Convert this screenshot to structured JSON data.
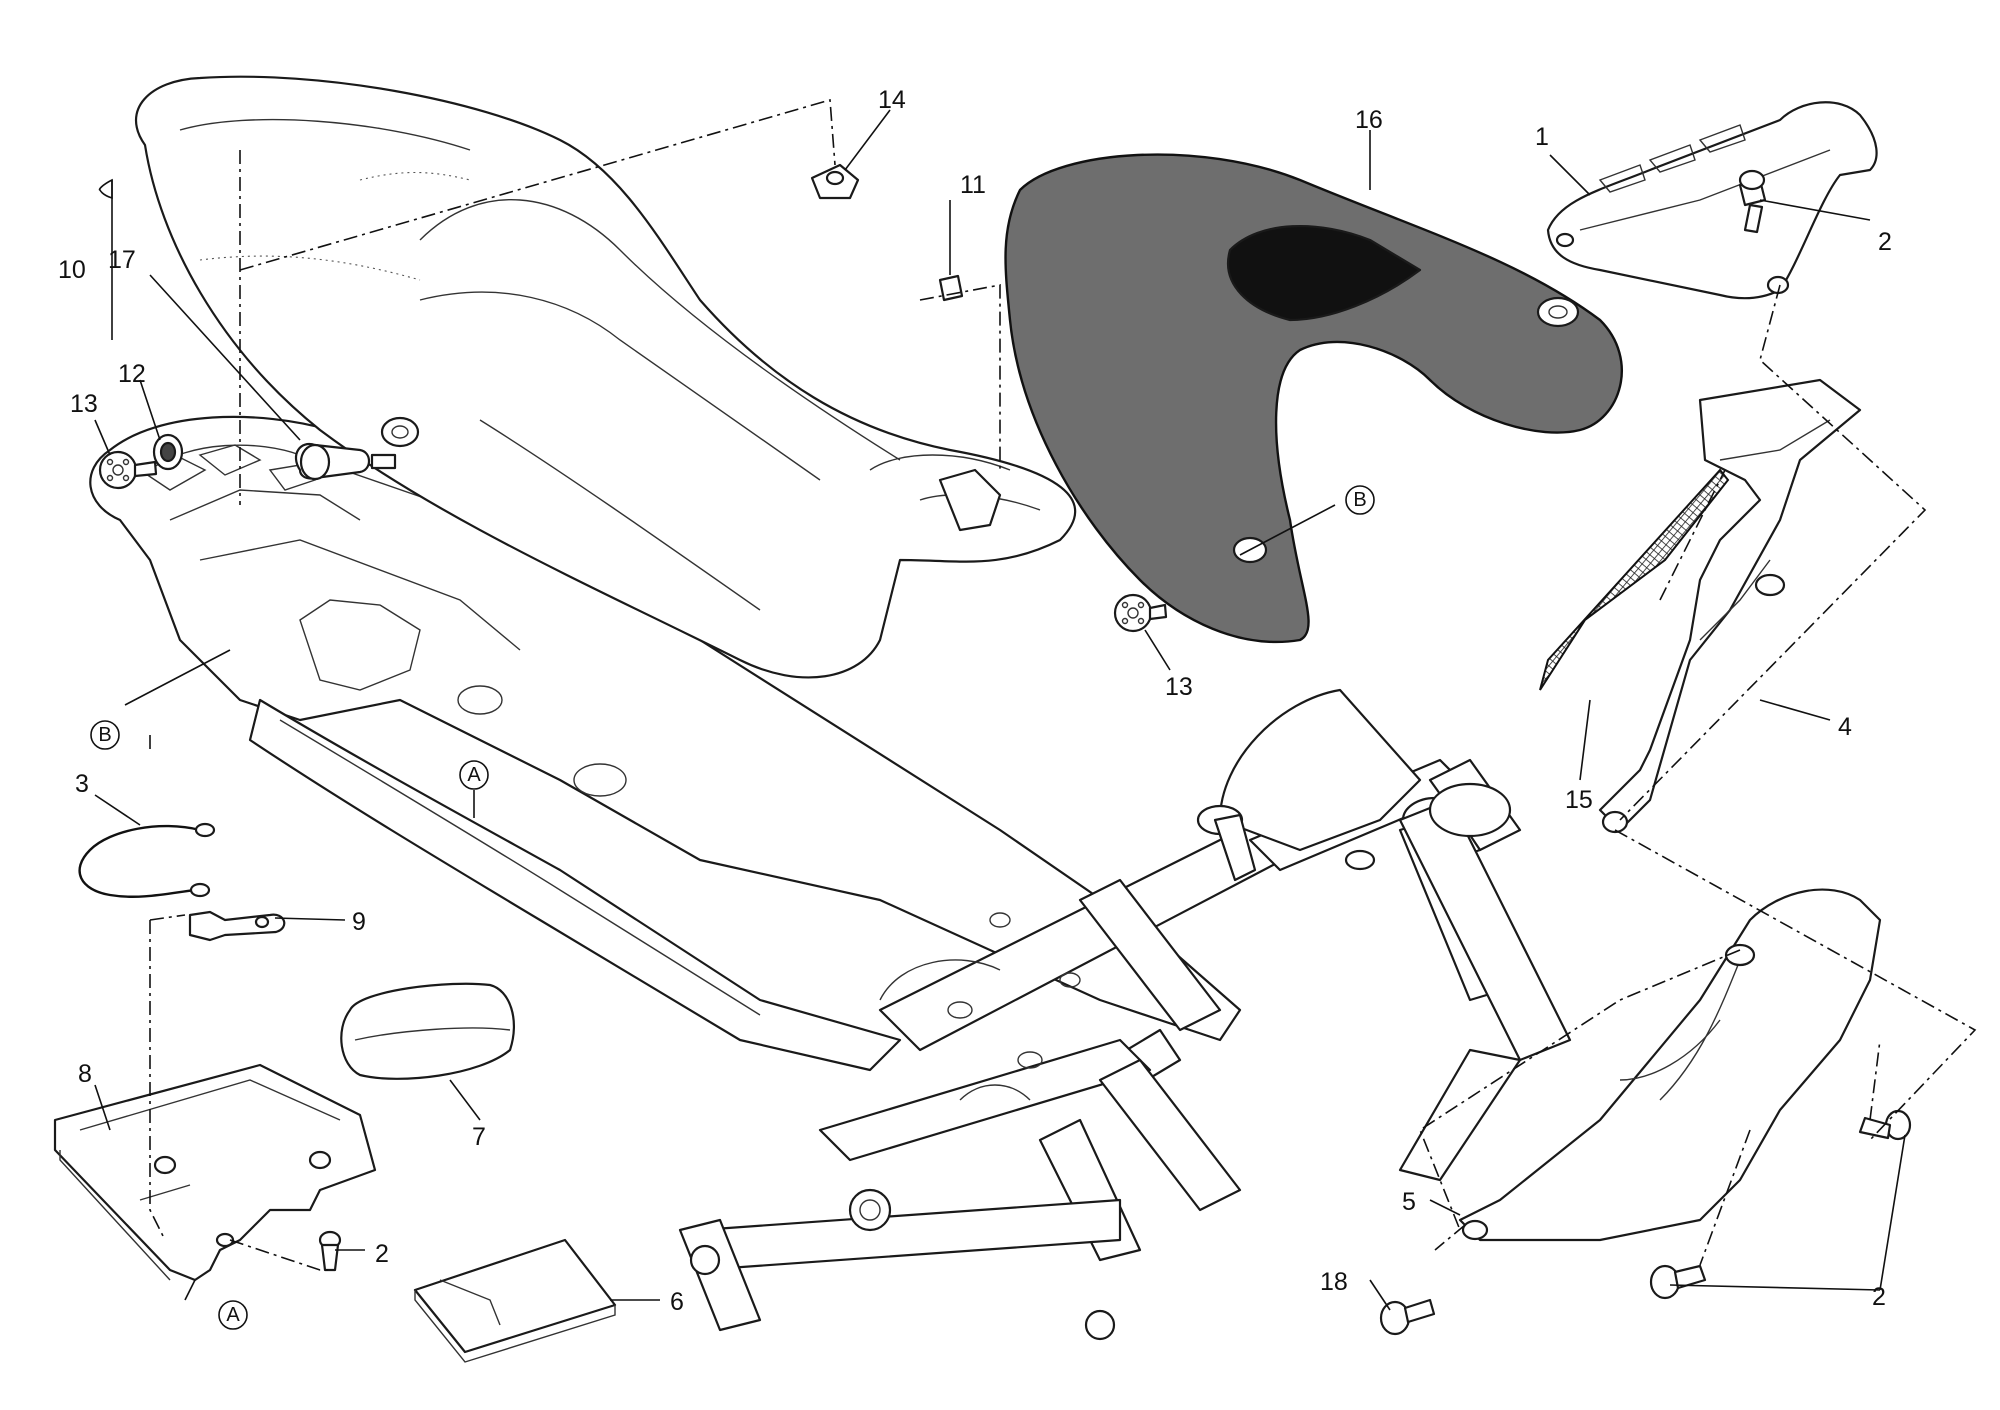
{
  "callouts": {
    "c1": "1",
    "c2a": "2",
    "c2b": "2",
    "c2c": "2",
    "c3": "3",
    "c4": "4",
    "c5": "5",
    "c6": "6",
    "c7": "7",
    "c8": "8",
    "c9": "9",
    "c10": "10",
    "c11": "11",
    "c12": "12",
    "c13a": "13",
    "c13b": "13",
    "c14": "14",
    "c15": "15",
    "c16": "16",
    "c17": "17",
    "c18": "18"
  },
  "references": {
    "b_left": "B",
    "b_right": "B",
    "a_frame": "A",
    "a_bottom": "A"
  }
}
